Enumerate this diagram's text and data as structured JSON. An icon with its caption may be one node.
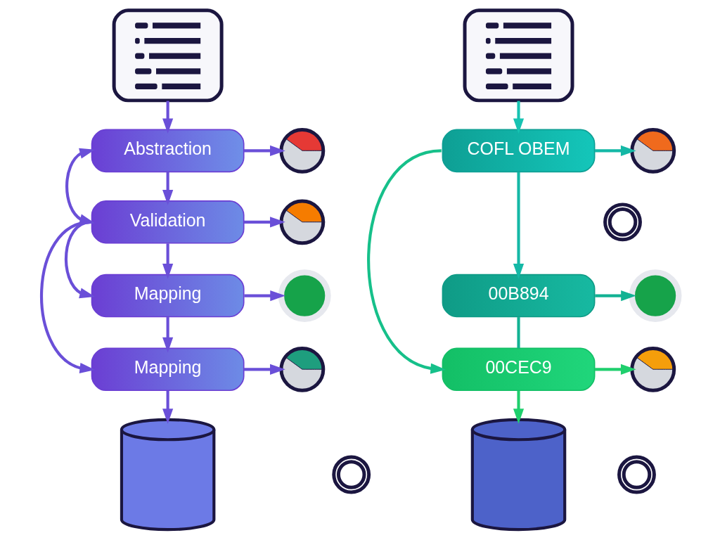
{
  "diagram": {
    "nodes": [
      {
        "text": [],
        "shape": "picture"
      },
      {
        "text": [
          "Abstraction"
        ]
      },
      {
        "text": [
          "Validation"
        ]
      },
      {
        "text": [
          "Mapping"
        ]
      },
      {
        "text": [
          "Mapping"
        ]
      },
      {
        "text": [],
        "shape": "cylinder"
      },
      {
        "text": [],
        "shape": "picture"
      },
      {
        "text": [],
        "shape": "picture"
      },
      {
        "text": [],
        "shape": "circle"
      },
      {
        "text": [],
        "shape": "picture"
      },
      {
        "text": [],
        "shape": "picture"
      },
      {
        "text": [],
        "shape": "picture"
      },
      {
        "text": [
          "COFL OBEM"
        ]
      },
      {
        "text": [],
        "shape": "picture"
      },
      {
        "text": [
          "00B894"
        ]
      },
      {
        "text": [
          "00CEC9"
        ]
      },
      {
        "text": [],
        "shape": "cylinder"
      },
      {
        "text": [],
        "shape": "picture"
      },
      {
        "text": [],
        "shape": "circle"
      },
      {
        "text": [],
        "shape": "picture"
      },
      {
        "text": [],
        "shape": "picture"
      }
    ],
    "edges": [
      {
        "from": 0,
        "to": 1,
        "arrow": "to"
      },
      {
        "from": 1,
        "to": 6,
        "arrow": "to"
      },
      {
        "from": 1,
        "to": 2,
        "arrow": "to"
      },
      {
        "from": 2,
        "to": 7,
        "arrow": "to"
      },
      {
        "from": 2,
        "to": 3,
        "arrow": "to"
      },
      {
        "from": 3,
        "to": 8,
        "arrow": "to"
      },
      {
        "from": 3,
        "to": 4,
        "arrow": "to"
      },
      {
        "from": 4,
        "to": 9,
        "arrow": "to"
      },
      {
        "from": 4,
        "to": 5,
        "arrow": "to"
      },
      {
        "from": 1,
        "to": 2,
        "arrow": "both"
      },
      {
        "from": 2,
        "to": 3,
        "arrow": "to"
      },
      {
        "from": 2,
        "to": 4,
        "arrow": "to"
      },
      {
        "from": 11,
        "to": 12,
        "arrow": "to",
        "color": "#17c3b2"
      },
      {
        "from": 12,
        "to": 17,
        "arrow": "to",
        "color": "#14b8a6"
      },
      {
        "from": 12,
        "to": 14,
        "arrow": "to",
        "color": "#14b8a6"
      },
      {
        "from": 14,
        "to": 18,
        "arrow": "to",
        "color": "#12b293"
      },
      {
        "from": 14,
        "to": 15,
        "arrow": "none",
        "color": "#12b293"
      },
      {
        "from": 15,
        "to": 19,
        "arrow": "to",
        "color": "#1fcf6d"
      },
      {
        "from": 15,
        "to": 16,
        "arrow": "to",
        "color": "#1fcf6d"
      },
      {
        "from": 12,
        "to": 15,
        "arrow": "to",
        "color": "#16c08a"
      }
    ]
  }
}
